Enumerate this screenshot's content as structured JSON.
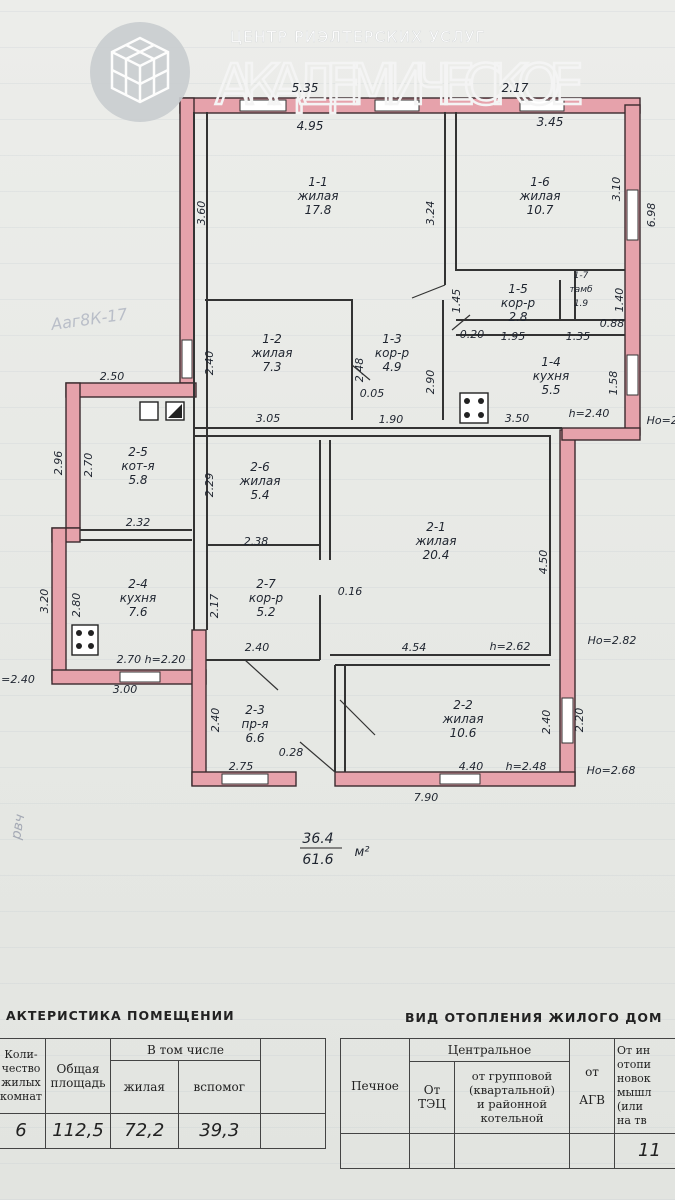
{
  "watermark": {
    "agency": "ЦЕНТР РИЭЛТЕРСКИХ УСЛУГ",
    "brand": "АКАДЕМИЧЕСКОЕ",
    "logo_icon": "cube-logo-icon"
  },
  "plan": {
    "top_dims": [
      "5.35",
      "2.17",
      "4.95",
      "3.45"
    ],
    "rooms": [
      {
        "id": "1-1",
        "name": "жилая",
        "area": "17.8"
      },
      {
        "id": "1-6",
        "name": "жилая",
        "area": "10.7"
      },
      {
        "id": "1-2",
        "name": "жилая",
        "area": "7.3"
      },
      {
        "id": "1-3",
        "name": "кор-р",
        "area": "4.9"
      },
      {
        "id": "1-5",
        "name": "кор-р",
        "area": "2.8"
      },
      {
        "id": "1-7",
        "name": "тамб",
        "area": "1.9"
      },
      {
        "id": "1-4",
        "name": "кухня",
        "area": "5.5"
      },
      {
        "id": "2-5",
        "name": "кот-я",
        "area": "5.8"
      },
      {
        "id": "2-6",
        "name": "жилая",
        "area": "5.4"
      },
      {
        "id": "2-1",
        "name": "жилая",
        "area": "20.4"
      },
      {
        "id": "2-4",
        "name": "кухня",
        "area": "7.6"
      },
      {
        "id": "2-7",
        "name": "кор-р",
        "area": "5.2"
      },
      {
        "id": "2-3",
        "name": "пр-я",
        "area": "6.6"
      },
      {
        "id": "2-2",
        "name": "жилая",
        "area": "10.6"
      }
    ],
    "dims": [
      "3.60",
      "3.24",
      "3.10",
      "6.98",
      "1.45",
      "0.20",
      "1.95",
      "1.35",
      "0.88",
      "1.40",
      "2.40",
      "2.48",
      "0.05",
      "1.90",
      "2.90",
      "3.50",
      "h=2.40",
      "1.58",
      "Но=2.",
      "2.50",
      "3.05",
      "2.96",
      "2.70",
      "2.29",
      "2.32",
      "2.38",
      "4.50",
      "3.20",
      "2.80",
      "2.17",
      "0.16",
      "4.54",
      "h=2.62",
      "Но=2.82",
      "2.70 h=2.20",
      "2.40",
      "3.00",
      "=2.40",
      "2.40",
      "2.40",
      "2.20",
      "0.28",
      "2.75",
      "4.40",
      "h=2.48",
      "Но=2.68",
      "7.90"
    ],
    "total_living": "36.4",
    "total_area": "61.6",
    "area_unit": "м²",
    "side_note": "Ааг8К-17",
    "side_note2": "рвч"
  },
  "section_left": {
    "title": "АКТЕРИСТИКА ПОМЕЩЕНИИ",
    "col_count": "Коли-\nчество\nжилых\nкомнат",
    "col_total": "Общая\nплощадь",
    "col_incl": "В том числе",
    "col_living": "жилая",
    "col_aux": "вспомог",
    "row": {
      "count": "6",
      "total": "112,5",
      "living": "72,2",
      "aux": "39,3"
    }
  },
  "section_right": {
    "title": "ВИД ОТОПЛЕНИЯ ЖИЛОГО ДОМ",
    "col_stove": "Печное",
    "col_central": "Центральное",
    "col_tec": "От\nТЭЦ",
    "col_group": "от групповой\n(квартальной)\nи районной\nкотельной",
    "col_agv_top": "от",
    "col_agv": "АГВ",
    "col_other": "От ин\nотопи\nновок\nмышл\n(или\nна тв",
    "row_last": "11"
  }
}
